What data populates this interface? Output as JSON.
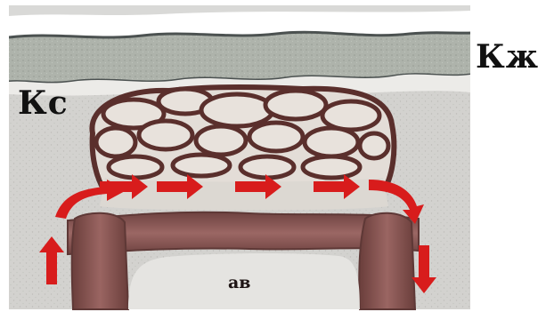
{
  "labels": {
    "kzh": "Кж",
    "ks": "Кс",
    "av": "ав"
  },
  "colors": {
    "background": "#ffffff",
    "tissue": "#d3d2cf",
    "skin_layer": "#aeb3ab",
    "skin_line": "#4b5150",
    "capillary_outline": "#5a2f2c",
    "capillary_fill": "#e2dcd6",
    "vessel": "#8a5754",
    "vessel_dark": "#5e3836",
    "arrow": "#d81c1c",
    "label": "#111111"
  }
}
